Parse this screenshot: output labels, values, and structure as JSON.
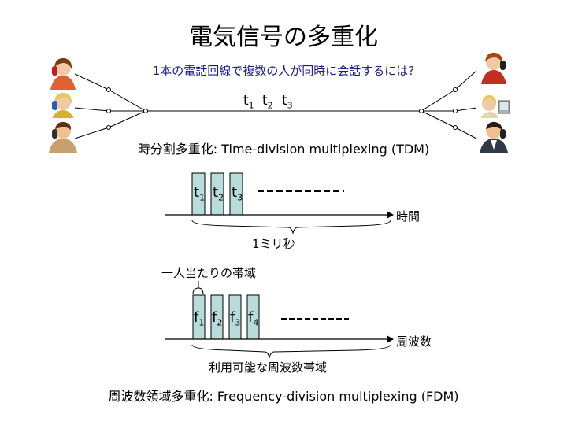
{
  "title": "電気信号の多重化",
  "question": "1本の電話回線で複数の人が同時に会話するには?",
  "line_slots": [
    {
      "base": "t",
      "sub": "1"
    },
    {
      "base": "t",
      "sub": "2"
    },
    {
      "base": "t",
      "sub": "3"
    }
  ],
  "tdm": {
    "heading": "時分割多重化: Time-division multiplexing (TDM)",
    "slots": [
      {
        "base": "t",
        "sub": "1"
      },
      {
        "base": "t",
        "sub": "2"
      },
      {
        "base": "t",
        "sub": "3"
      }
    ],
    "axis_label": "時間",
    "period_label": "1ミリ秒"
  },
  "fdm": {
    "bandwidth_per_person": "一人当たりの帯域",
    "slots": [
      {
        "base": "f",
        "sub": "1"
      },
      {
        "base": "f",
        "sub": "2"
      },
      {
        "base": "f",
        "sub": "3"
      },
      {
        "base": "f",
        "sub": "4"
      }
    ],
    "axis_label": "周波数",
    "available_band_label": "利用可能な周波数帯域",
    "heading": "周波数領域多重化: Frequency-division multiplexing (FDM)"
  },
  "colors": {
    "slot_fill": "#b7dcd9",
    "line": "#000000",
    "question_text": "#1a1a8c"
  }
}
